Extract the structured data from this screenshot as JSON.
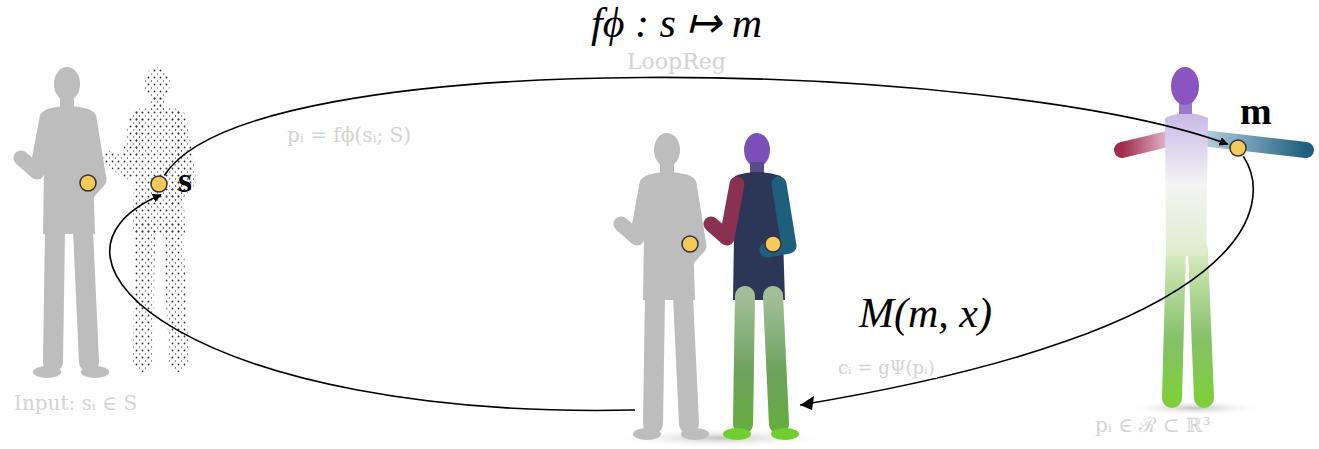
{
  "diagram": {
    "nodes": [
      {
        "text": [
          "s"
        ]
      },
      {
        "text": [
          "m"
        ]
      }
    ],
    "edges": [
      {
        "from": 0,
        "to": 1,
        "arrow": "to",
        "label": "fϕ : s ↦ m"
      },
      {
        "from": 1,
        "to": 0,
        "arrow": "to",
        "label": "M(m, x)"
      }
    ],
    "labels": [
      "LoopReg",
      "pᵢ = fϕ(sᵢ; S)",
      "Input: sᵢ ∈ S",
      "cᵢ = gΨ(pᵢ)",
      "pᵢ ∈ ℛ ⊂ ℝ³"
    ]
  }
}
